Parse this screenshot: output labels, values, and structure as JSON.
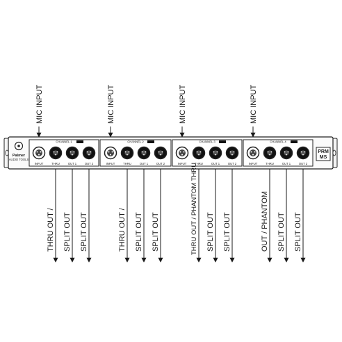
{
  "device": {
    "brand": "Palmer",
    "brand_sub": "AUDIO TOOLS",
    "model_line1": "PRM",
    "model_line2": "MS"
  },
  "channels": [
    {
      "header": "CHANNEL 1",
      "port_labels": [
        "INPUT",
        "THRU",
        "OUT 1",
        "OUT 2"
      ],
      "input_label": "MIC INPUT",
      "outputs": [
        "THRU OUT /",
        "SPLIT OUT",
        "SPLIT OUT"
      ]
    },
    {
      "header": "CHANNEL 2",
      "port_labels": [
        "INPUT",
        "THRU",
        "OUT 1",
        "OUT 2"
      ],
      "input_label": "MIC INPUT",
      "outputs": [
        "THRU OUT /",
        "SPLIT OUT",
        "SPLIT OUT"
      ]
    },
    {
      "header": "CHANNEL 3",
      "port_labels": [
        "INPUT",
        "THRU",
        "OUT 1",
        "OUT 2"
      ],
      "input_label": "MIC INPUT",
      "outputs": [
        "THRU OUT / PHANTOM THRU",
        "SPLIT OUT",
        "SPLIT OUT"
      ]
    },
    {
      "header": "CHANNEL 4",
      "port_labels": [
        "INPUT",
        "THRU",
        "OUT 1",
        "OUT 2"
      ],
      "input_label": "MIC INPUT",
      "outputs": [
        "OUT / PHANTOM",
        "SPLIT OUT",
        "SPLIT OUT"
      ]
    }
  ]
}
